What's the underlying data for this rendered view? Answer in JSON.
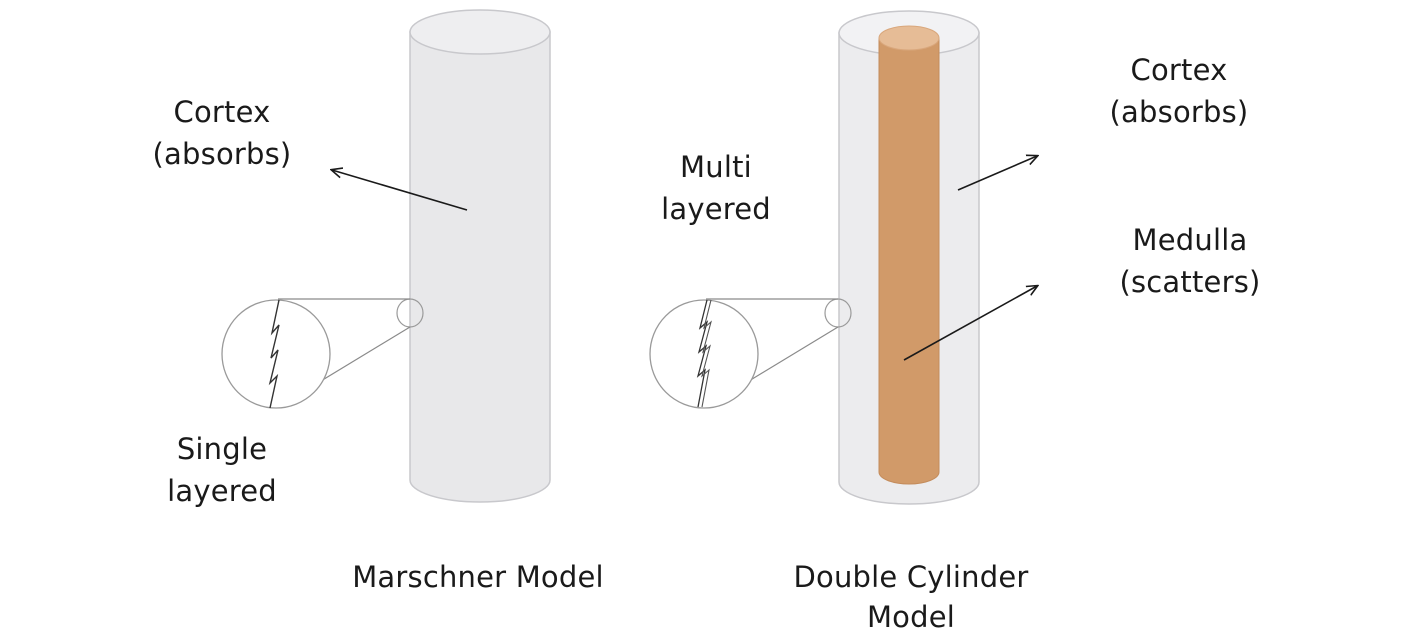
{
  "colors": {
    "cortex_fill": "#e8e8ea",
    "cortex_top": "#eeeef0",
    "cylinder_edge": "#c8c8cc",
    "outer_glass_fill": "#ececee",
    "medulla_fill": "#d19a69",
    "medulla_top": "#e6bc96",
    "arrow": "#1a1a1a",
    "zoom_line": "#8a8a8a"
  },
  "marschner": {
    "cortex_label": [
      "Cortex",
      "(absorbs)"
    ],
    "layer_label": [
      "Single",
      "layered"
    ],
    "model_title": [
      "Marschner Model"
    ]
  },
  "double_cylinder": {
    "layer_label": [
      "Multi",
      "layered"
    ],
    "cortex_label": [
      "Cortex",
      "(absorbs)"
    ],
    "medulla_label": [
      "Medulla",
      "(scatters)"
    ],
    "model_title": [
      "Double Cylinder",
      "Model"
    ]
  }
}
